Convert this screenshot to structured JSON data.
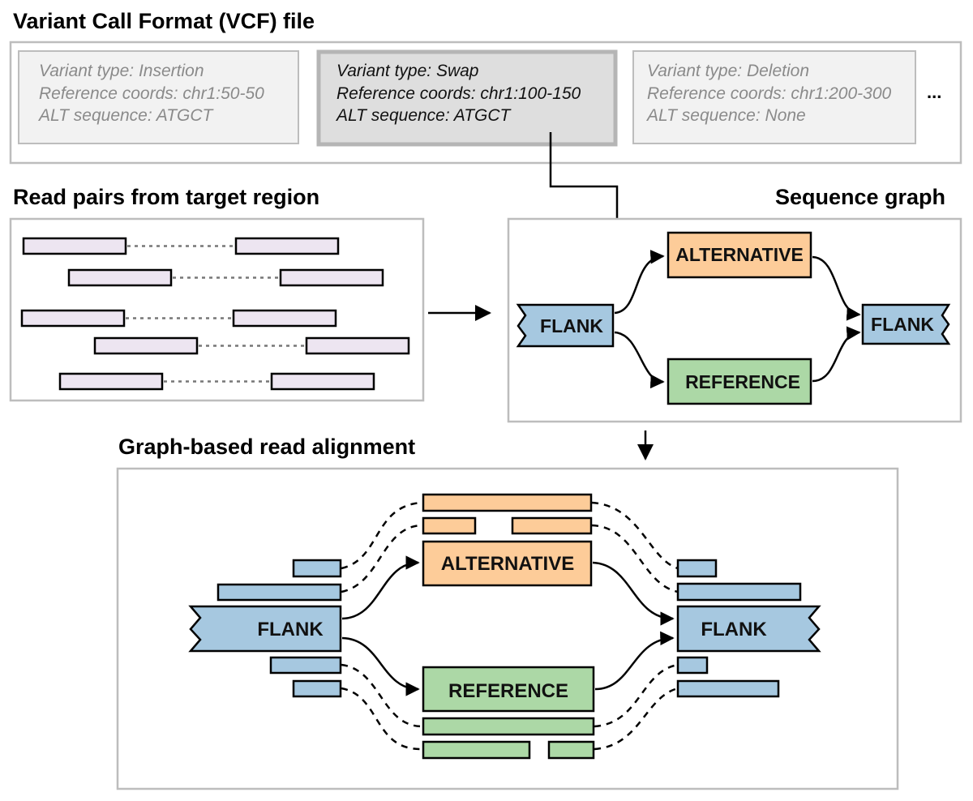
{
  "colors": {
    "flank": "#a6c8e0",
    "alternative": "#fdcc99",
    "reference": "#acd8a6",
    "read": "#ede5f1",
    "panel_border": "#bdbdbd",
    "vcf_record": "#f2f2f2",
    "vcf_selected": "#dedede",
    "muted_text": "#8a8a8a"
  },
  "vcf": {
    "title": "Variant Call Format (VCF) file",
    "records": [
      {
        "type": "Variant type: Insertion",
        "coords": "Reference coords: chr1:50-50",
        "alt": "ALT sequence: ATGCT",
        "selected": false
      },
      {
        "type": "Variant type: Swap",
        "coords": "Reference coords: chr1:100-150",
        "alt": "ALT sequence: ATGCT",
        "selected": true
      },
      {
        "type": "Variant type: Deletion",
        "coords": "Reference coords: chr1:200-300",
        "alt": "ALT sequence: None",
        "selected": false
      }
    ],
    "more": "..."
  },
  "reads": {
    "title": "Read pairs from target region",
    "pair_count": 5
  },
  "graph": {
    "title": "Sequence graph",
    "left_flank": "FLANK",
    "alternative": "ALTERNATIVE",
    "reference": "REFERENCE",
    "right_flank": "FLANK"
  },
  "alignment": {
    "title": "Graph-based read alignment",
    "left_flank": "FLANK",
    "alternative": "ALTERNATIVE",
    "reference": "REFERENCE",
    "right_flank": "FLANK"
  }
}
